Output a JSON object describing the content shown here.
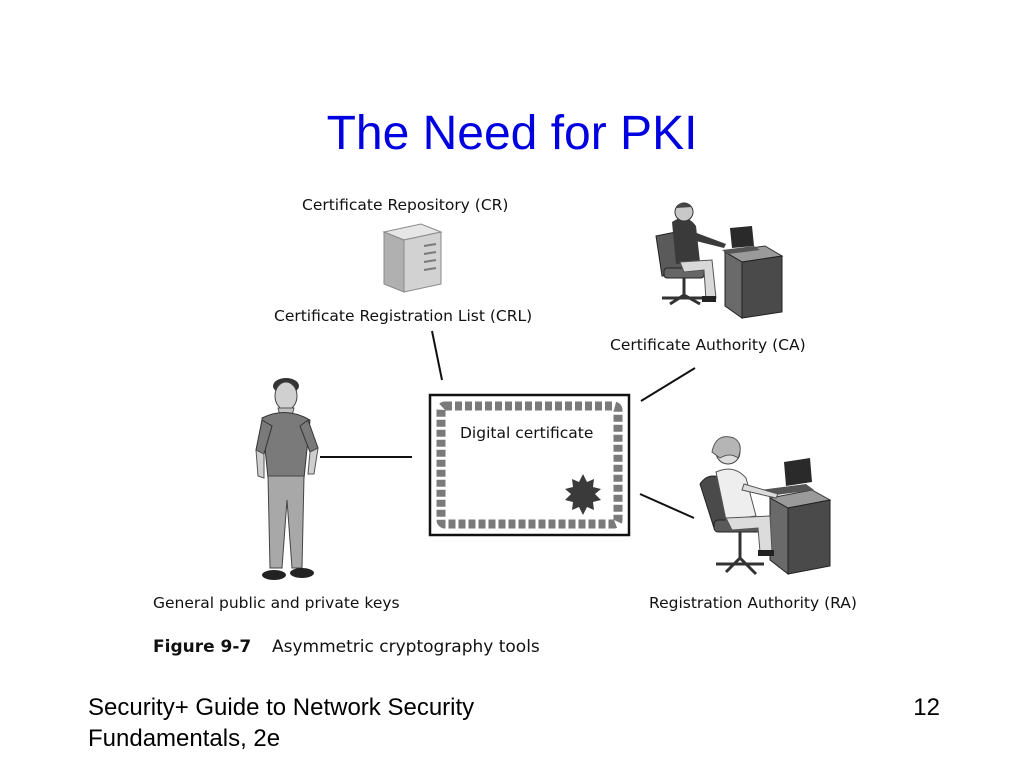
{
  "slide": {
    "title": "The Need for PKI"
  },
  "figure": {
    "labels": {
      "repository": "Certificate Repository (CR)",
      "crl": "Certificate Registration List (CRL)",
      "ca": "Certificate Authority (CA)",
      "public_keys": "General public and private keys",
      "ra": "Registration Authority (RA)",
      "certificate": "Digital certificate"
    },
    "caption": {
      "number": "Figure 9-7",
      "text": "Asymmetric cryptography tools"
    }
  },
  "footer": {
    "book_line1": "Security+ Guide to Network Security",
    "book_line2": "Fundamentals, 2e",
    "page_number": "12"
  },
  "colors": {
    "title": "#0000e0",
    "figure_ink": "#111111",
    "certificate_border": "#7a7a7a",
    "seal": "#3a3a3a"
  },
  "icons": [
    "server-icon",
    "computer-desk-icon",
    "person-icon",
    "seal-icon"
  ]
}
